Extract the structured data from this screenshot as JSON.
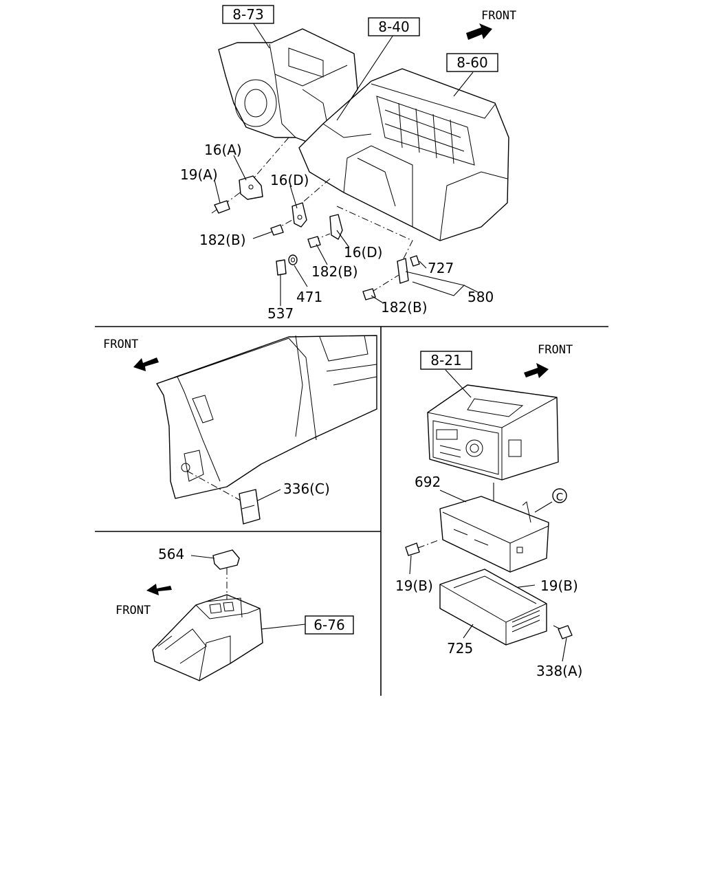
{
  "refs": {
    "r873": "8-73",
    "r840": "8-40",
    "r860": "8-60",
    "r821": "8-21",
    "r676": "6-76"
  },
  "front": {
    "top": "FRONT",
    "left": "FRONT",
    "right": "FRONT",
    "bottom": "FRONT"
  },
  "parts": {
    "p16a": "16(A)",
    "p19a": "19(A)",
    "p16d_1": "16(D)",
    "p182b_1": "182(B)",
    "p16d_2": "16(D)",
    "p182b_2": "182(B)",
    "p471": "471",
    "p537": "537",
    "p727": "727",
    "p580": "580",
    "p182b_3": "182(B)",
    "p336c": "336(C)",
    "p564": "564",
    "p692": "692",
    "p19b_1": "19(B)",
    "p19b_2": "19(B)",
    "p725": "725",
    "p338a": "338(A)",
    "circle_c": "C"
  }
}
